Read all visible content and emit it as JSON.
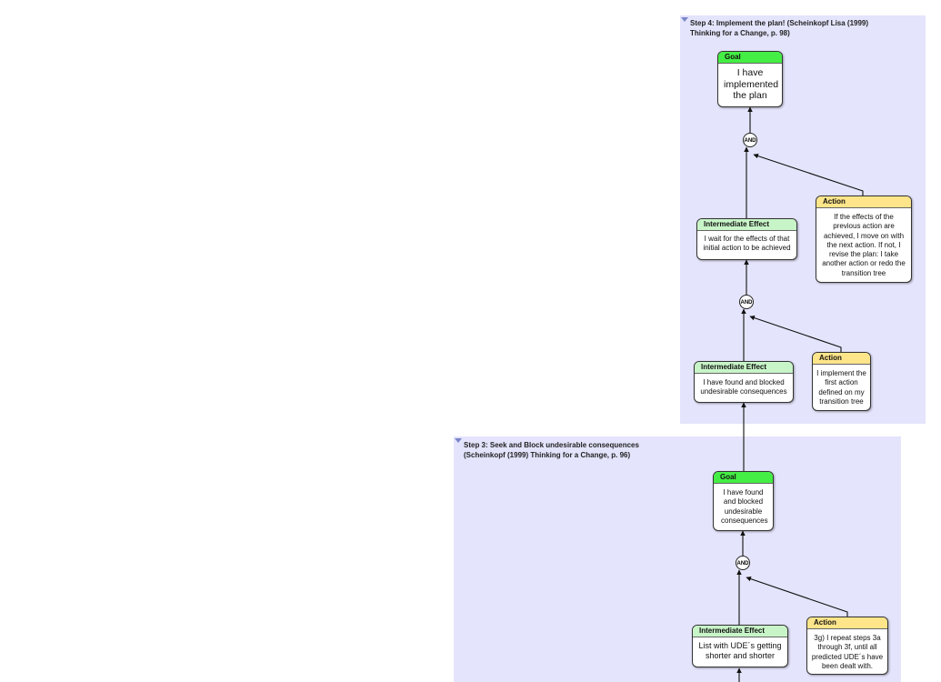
{
  "groups": {
    "step4": {
      "title_line1": "Step 4: Implement the plan! (Scheinkopf Lisa (1999)",
      "title_line2": "Thinking for a Change, p. 98)"
    },
    "step3": {
      "title_line1": "Step 3: Seek and Block undesirable consequences",
      "title_line2": "(Scheinkopf (1999) Thinking for a Change, p. 96)"
    }
  },
  "nodes": {
    "goal4": {
      "type": "Goal",
      "text": "I have implemented the plan"
    },
    "ie4a": {
      "type": "Intermediate Effect",
      "text": "I wait for the effects of that initial action to be achieved"
    },
    "action4a": {
      "type": "Action",
      "text": "If the effects of the previous action are achieved, I move on with the next action. If not, I revise the plan: I take another action or redo the transition tree"
    },
    "ie4b": {
      "type": "Intermediate Effect",
      "text": "I have found and blocked undesirable consequences"
    },
    "action4b": {
      "type": "Action",
      "text": "I implement the first action defined on my transition tree"
    },
    "goal3": {
      "type": "Goal",
      "text": "I have found and blocked undesirable consequences"
    },
    "ie3": {
      "type": "Intermediate Effect",
      "text": "List with UDE´s getting shorter and shorter"
    },
    "action3": {
      "type": "Action",
      "text": "3g) I repeat steps 3a through 3f, until all predicted UDE´s have been dealt with."
    }
  },
  "connectors": {
    "and1": "AND",
    "and2": "AND",
    "and3": "AND"
  },
  "colors": {
    "group_bg": "#e4e4fc",
    "goal": "#44ee44",
    "intermediate_effect": "#c8f5c8",
    "action": "#ffe58a"
  }
}
